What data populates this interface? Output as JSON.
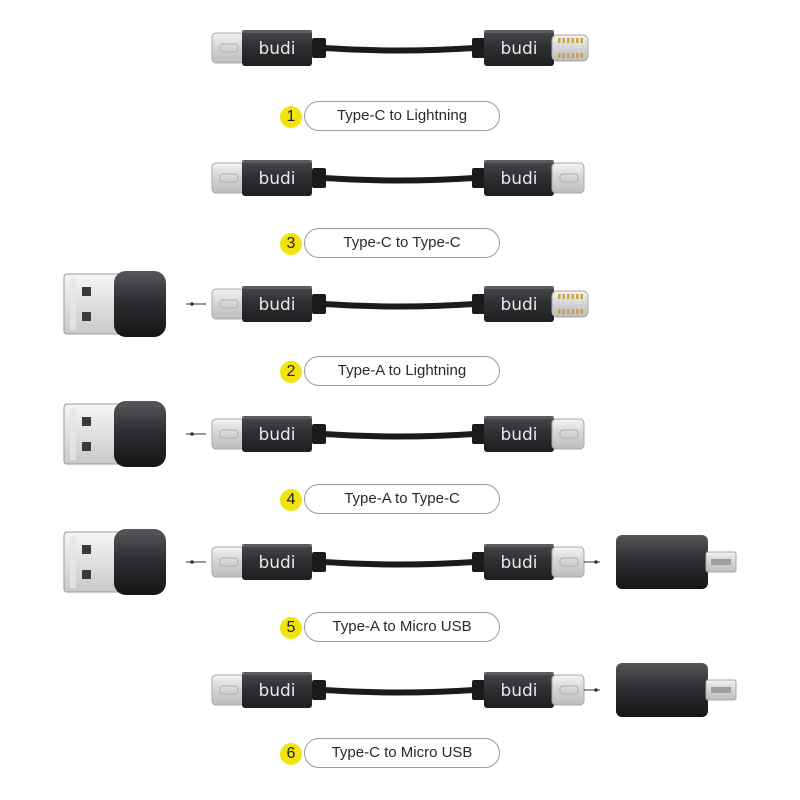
{
  "brand": {
    "name": "budi"
  },
  "colors": {
    "badge": "#f2e20e",
    "housing": "#2e2f31",
    "cable": "#1b1b1b",
    "metal": "#d9d9d9"
  },
  "products": [
    {
      "number": "1",
      "label": "Type-C to Lightning",
      "left": "usb-c",
      "right": "lightning",
      "adapter_in": false,
      "adapter_out": false
    },
    {
      "number": "3",
      "label": "Type-C to Type-C",
      "left": "usb-c",
      "right": "usb-c",
      "adapter_in": false,
      "adapter_out": false
    },
    {
      "number": "2",
      "label": "Type-A to Lightning",
      "left": "usb-c",
      "right": "lightning",
      "adapter_in": true,
      "adapter_out": false
    },
    {
      "number": "4",
      "label": "Type-A to Type-C",
      "left": "usb-c",
      "right": "usb-c",
      "adapter_in": true,
      "adapter_out": false
    },
    {
      "number": "5",
      "label": "Type-A to  Micro USB",
      "left": "usb-c",
      "right": "usb-c",
      "adapter_in": true,
      "adapter_out": true
    },
    {
      "number": "6",
      "label": "Type-C to  Micro USB",
      "left": "usb-c",
      "right": "usb-c",
      "adapter_in": false,
      "adapter_out": true
    }
  ]
}
